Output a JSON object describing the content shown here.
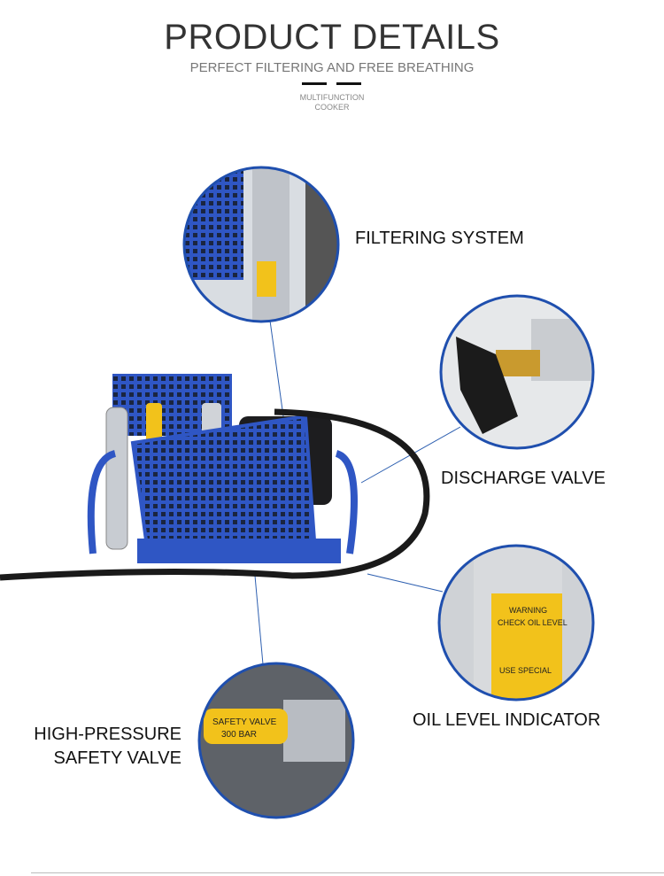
{
  "header": {
    "title": "PRODUCT DETAILS",
    "subtitle": "PERFECT FILTERING AND FREE BREATHING",
    "tag_line1": "MULTIFUNCTION",
    "tag_line2": "COOKER"
  },
  "callouts": {
    "filtering": "FILTERING SYSTEM",
    "discharge": "DISCHARGE VALVE",
    "oil": "OIL LEVEL INDICATOR",
    "safety_line1": "HIGH-PRESSURE",
    "safety_line2": "SAFETY VALVE"
  },
  "colors": {
    "machine_blue": "#2f56c4",
    "ring_blue": "#1f4fae",
    "label_yellow": "#f2c21b"
  }
}
